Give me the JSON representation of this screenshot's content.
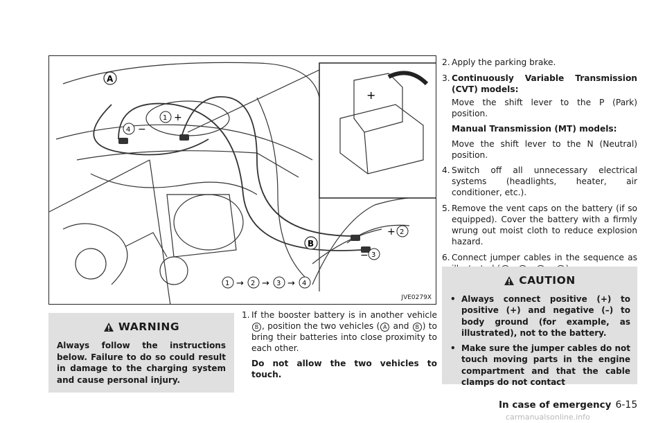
{
  "figure": {
    "caption": "JVE0279X",
    "label_a": "A",
    "label_b": "B",
    "callouts": {
      "c1": "1",
      "c2": "2",
      "c3": "3",
      "c4": "4",
      "plus": "+",
      "minus": "−"
    }
  },
  "warning": {
    "title": "WARNING",
    "text": "Always follow the instructions below. Failure to do so could result in damage to the charging system and cause personal injury."
  },
  "steps": {
    "s1": {
      "num": "1.",
      "a": "If the booster battery is in another vehicle",
      "b": ", position the two vehicles (",
      "c": "and",
      "d": ") to bring their batteries into close proximity to each other.",
      "note": "Do not allow the two vehicles to touch."
    },
    "s2": {
      "num": "2.",
      "text": "Apply the parking brake."
    },
    "s3": {
      "num": "3.",
      "title": "Continuously Variable Transmission (CVT) models:",
      "text": "Move the shift lever to the P (Park) position.",
      "title2": "Manual Transmission (MT) models:",
      "text2": "Move the shift lever to the N (Neutral) position."
    },
    "s4": {
      "num": "4.",
      "text": "Switch off all unnecessary electrical systems (headlights, heater, air conditioner, etc.)."
    },
    "s5": {
      "num": "5.",
      "text": "Remove the vent caps on the battery (if so equipped). Cover the battery with a firmly wrung out moist cloth to reduce explosion hazard."
    },
    "s6": {
      "num": "6.",
      "text": "Connect jumper cables in the sequence as illustrated (",
      "end": ")."
    },
    "arrow": "→"
  },
  "caution": {
    "title": "CAUTION",
    "bullet_char": "•",
    "b1": "Always connect positive (+) to positive (+) and negative (–) to body ground (for example, as illustrated), not to the battery.",
    "b2": "Make sure the jumper cables do not touch moving parts in the engine compartment and that the cable clamps do not contact"
  },
  "footer": {
    "section": "In case of emergency",
    "page": "6-15"
  },
  "watermark": "carmanualsonline.info"
}
